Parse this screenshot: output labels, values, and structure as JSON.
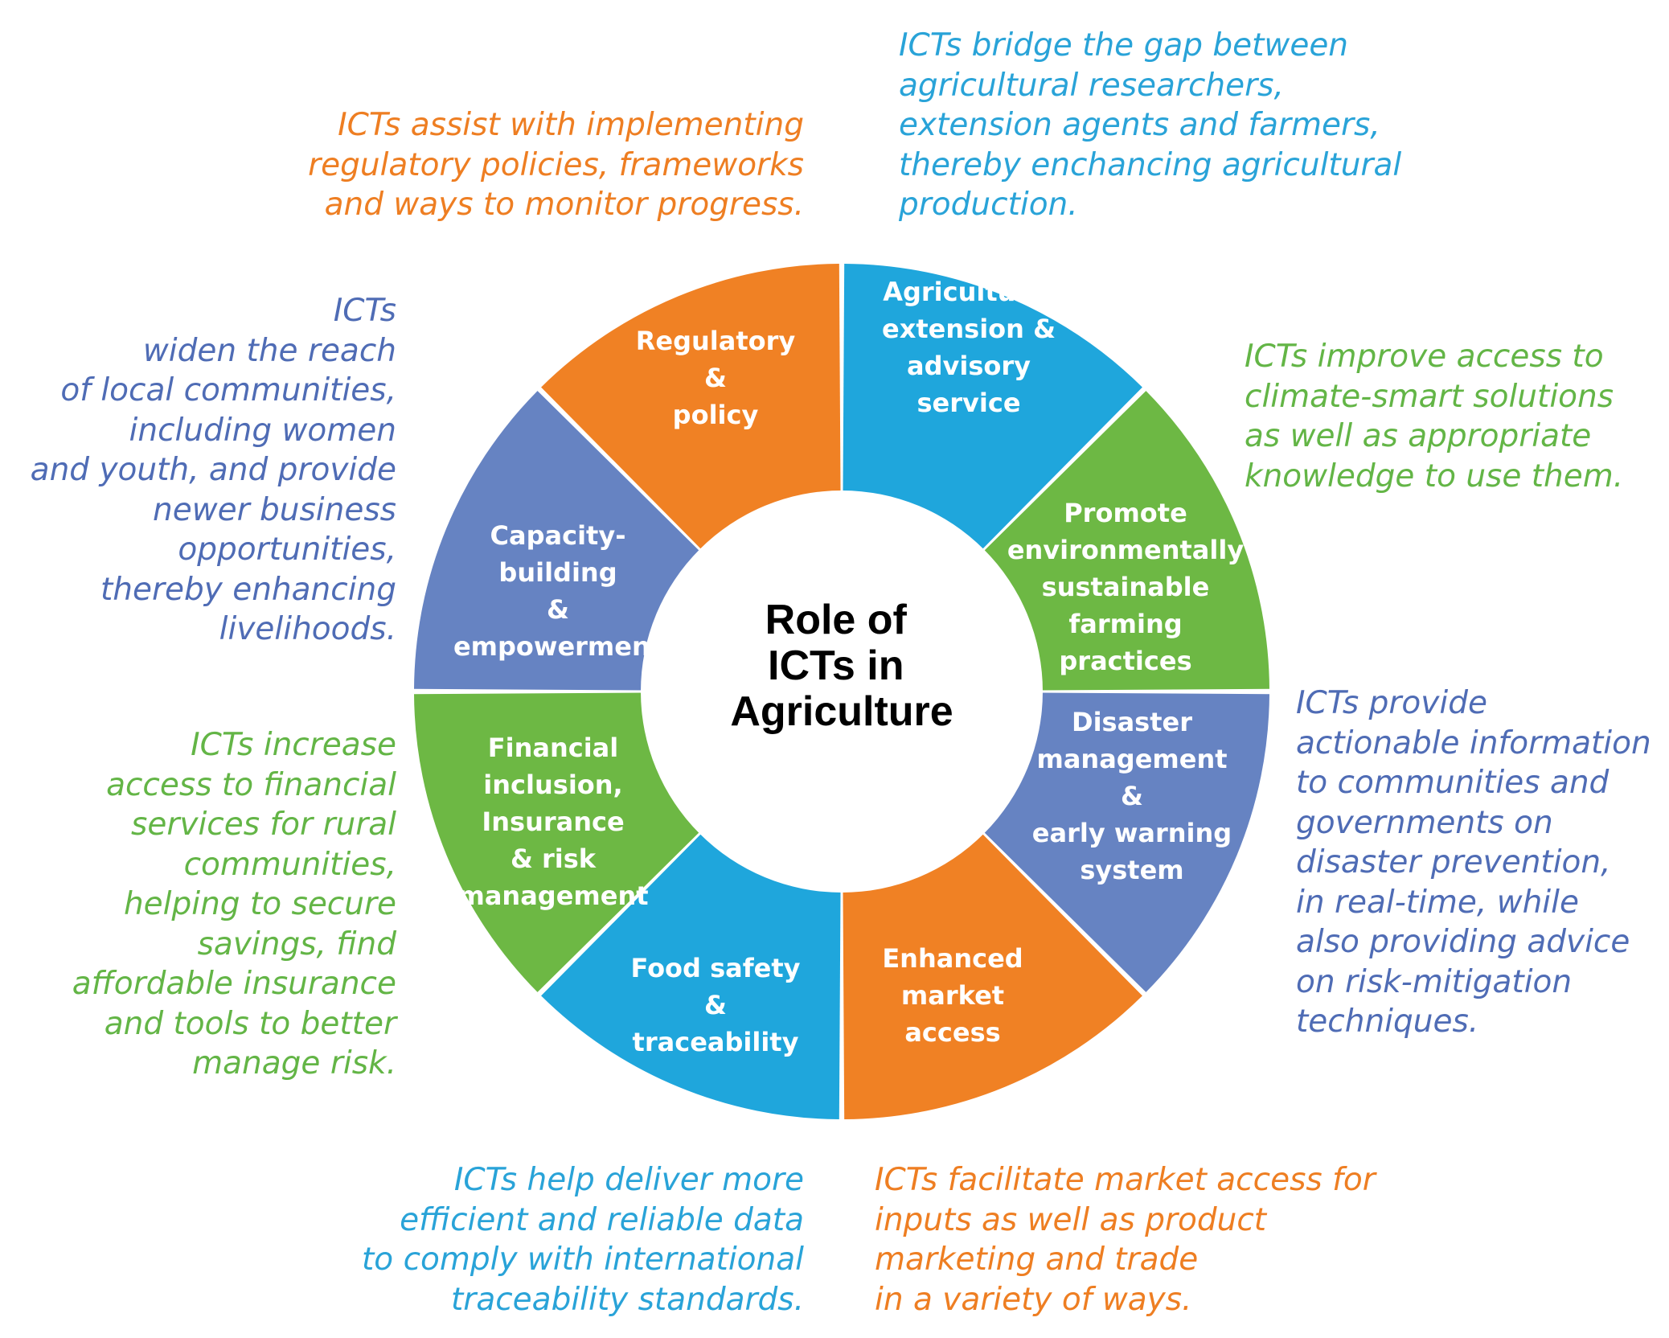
{
  "colors": {
    "orange": "#F08124",
    "blue": "#1FA6DC",
    "green": "#6DB844",
    "slate": "#6683C2",
    "callout_orange": "#EE7E22",
    "callout_blue": "#29A3D8",
    "callout_green": "#63B546",
    "callout_slate": "#4F6CB5"
  },
  "center": {
    "lines": [
      "Role of",
      "ICTs in",
      "Agriculture"
    ]
  },
  "segments": [
    {
      "id": "agricultural-extension",
      "color": "blue",
      "lines": [
        "Agricultural",
        "extension &",
        "advisory",
        "service"
      ]
    },
    {
      "id": "environmental-farming",
      "color": "green",
      "lines": [
        "Promote",
        "environmentally",
        "sustainable",
        "farming",
        "practices"
      ]
    },
    {
      "id": "disaster-management",
      "color": "slate",
      "lines": [
        "Disaster",
        "management",
        "&",
        "early warning",
        "system"
      ]
    },
    {
      "id": "market-access",
      "color": "orange",
      "lines": [
        "Enhanced",
        "market",
        "access"
      ]
    },
    {
      "id": "food-safety",
      "color": "blue",
      "lines": [
        "Food safety",
        "&",
        "traceability"
      ]
    },
    {
      "id": "financial-inclusion",
      "color": "green",
      "lines": [
        "Financial",
        "inclusion,",
        "Insurance",
        "& risk",
        "management"
      ]
    },
    {
      "id": "capacity-building",
      "color": "slate",
      "lines": [
        "Capacity-",
        "building",
        "&",
        "empowerment"
      ]
    },
    {
      "id": "regulatory-policy",
      "color": "orange",
      "lines": [
        "Regulatory",
        "&",
        "policy"
      ]
    }
  ],
  "callouts": {
    "regulatory": "ICTs assist with implementing\nregulatory policies, frameworks\nand ways to monitor progress.",
    "extension": "ICTs bridge the gap between\nagricultural researchers,\nextension agents and farmers,\nthereby enchancing agricultural\nproduction.",
    "capacity": "ICTs\nwiden the reach\nof local communities,\nincluding women\nand youth, and provide\nnewer business\nopportunities,\nthereby enhancing\nlivelihoods.",
    "climate": "ICTs improve access to\nclimate-smart solutions\nas well as appropriate\nknowledge to use them.",
    "disaster": "ICTs provide\nactionable information\nto communities and\ngovernments on\ndisaster prevention,\nin real-time, while\nalso providing advice\non risk-mitigation\ntechniques.",
    "financial": "ICTs increase\naccess to financial\nservices for rural\ncommunities,\nhelping to secure\nsavings, find\naffordable insurance\nand tools to better\nmanage risk.",
    "traceability": "ICTs help deliver more\nefficient and reliable data\nto comply with international\ntraceability standards.",
    "market": "ICTs facilitate market access for\ninputs as well as product\nmarketing and trade\nin a variety of ways."
  }
}
